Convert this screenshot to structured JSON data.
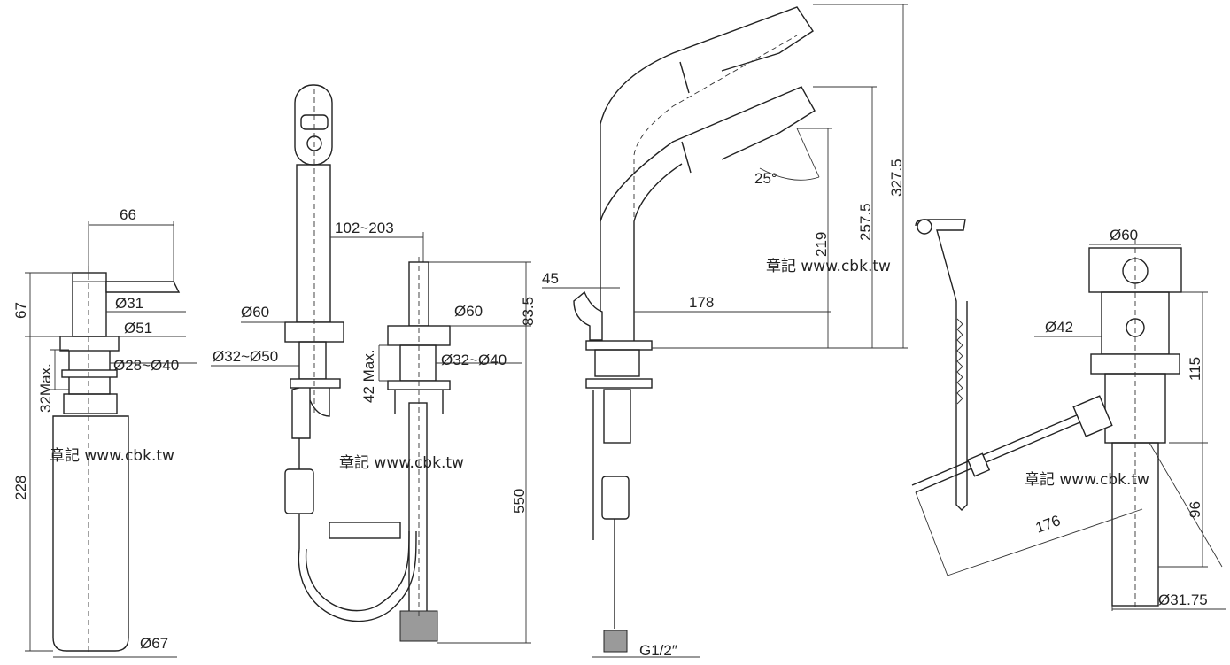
{
  "soap_dispenser": {
    "dim_66": "66",
    "dim_67": "67",
    "dim_d31": "Ø31",
    "dim_d51": "Ø51",
    "dim_d28_40": "Ø28~Ø40",
    "dim_32max": "32Max.",
    "dim_228": "228",
    "dim_d67": "Ø67"
  },
  "mixer_a": {
    "dim_102_203": "102~203",
    "dim_d60": "Ø60",
    "dim_d32_50": "Ø32~Ø50"
  },
  "mixer_b": {
    "dim_d60": "Ø60",
    "dim_83_5": "83.5",
    "dim_42max": "42 Max.",
    "dim_d32_40": "Ø32~Ø40",
    "dim_550": "550"
  },
  "pullout_side": {
    "dim_45": "45",
    "dim_178": "178",
    "dim_25deg": "25°",
    "dim_219": "219",
    "dim_257_5": "257.5",
    "dim_327_5": "327.5",
    "dim_g12": "G1/2″"
  },
  "drain": {
    "dim_d60": "Ø60",
    "dim_d42": "Ø42",
    "dim_115": "115",
    "dim_96": "96",
    "dim_176": "176",
    "dim_d31_75": "Ø31.75"
  },
  "watermarks": [
    "章記 www.cbk.tw",
    "章記 www.cbk.tw",
    "章記 www.cbk.tw",
    "章記 www.cbk.tw"
  ]
}
